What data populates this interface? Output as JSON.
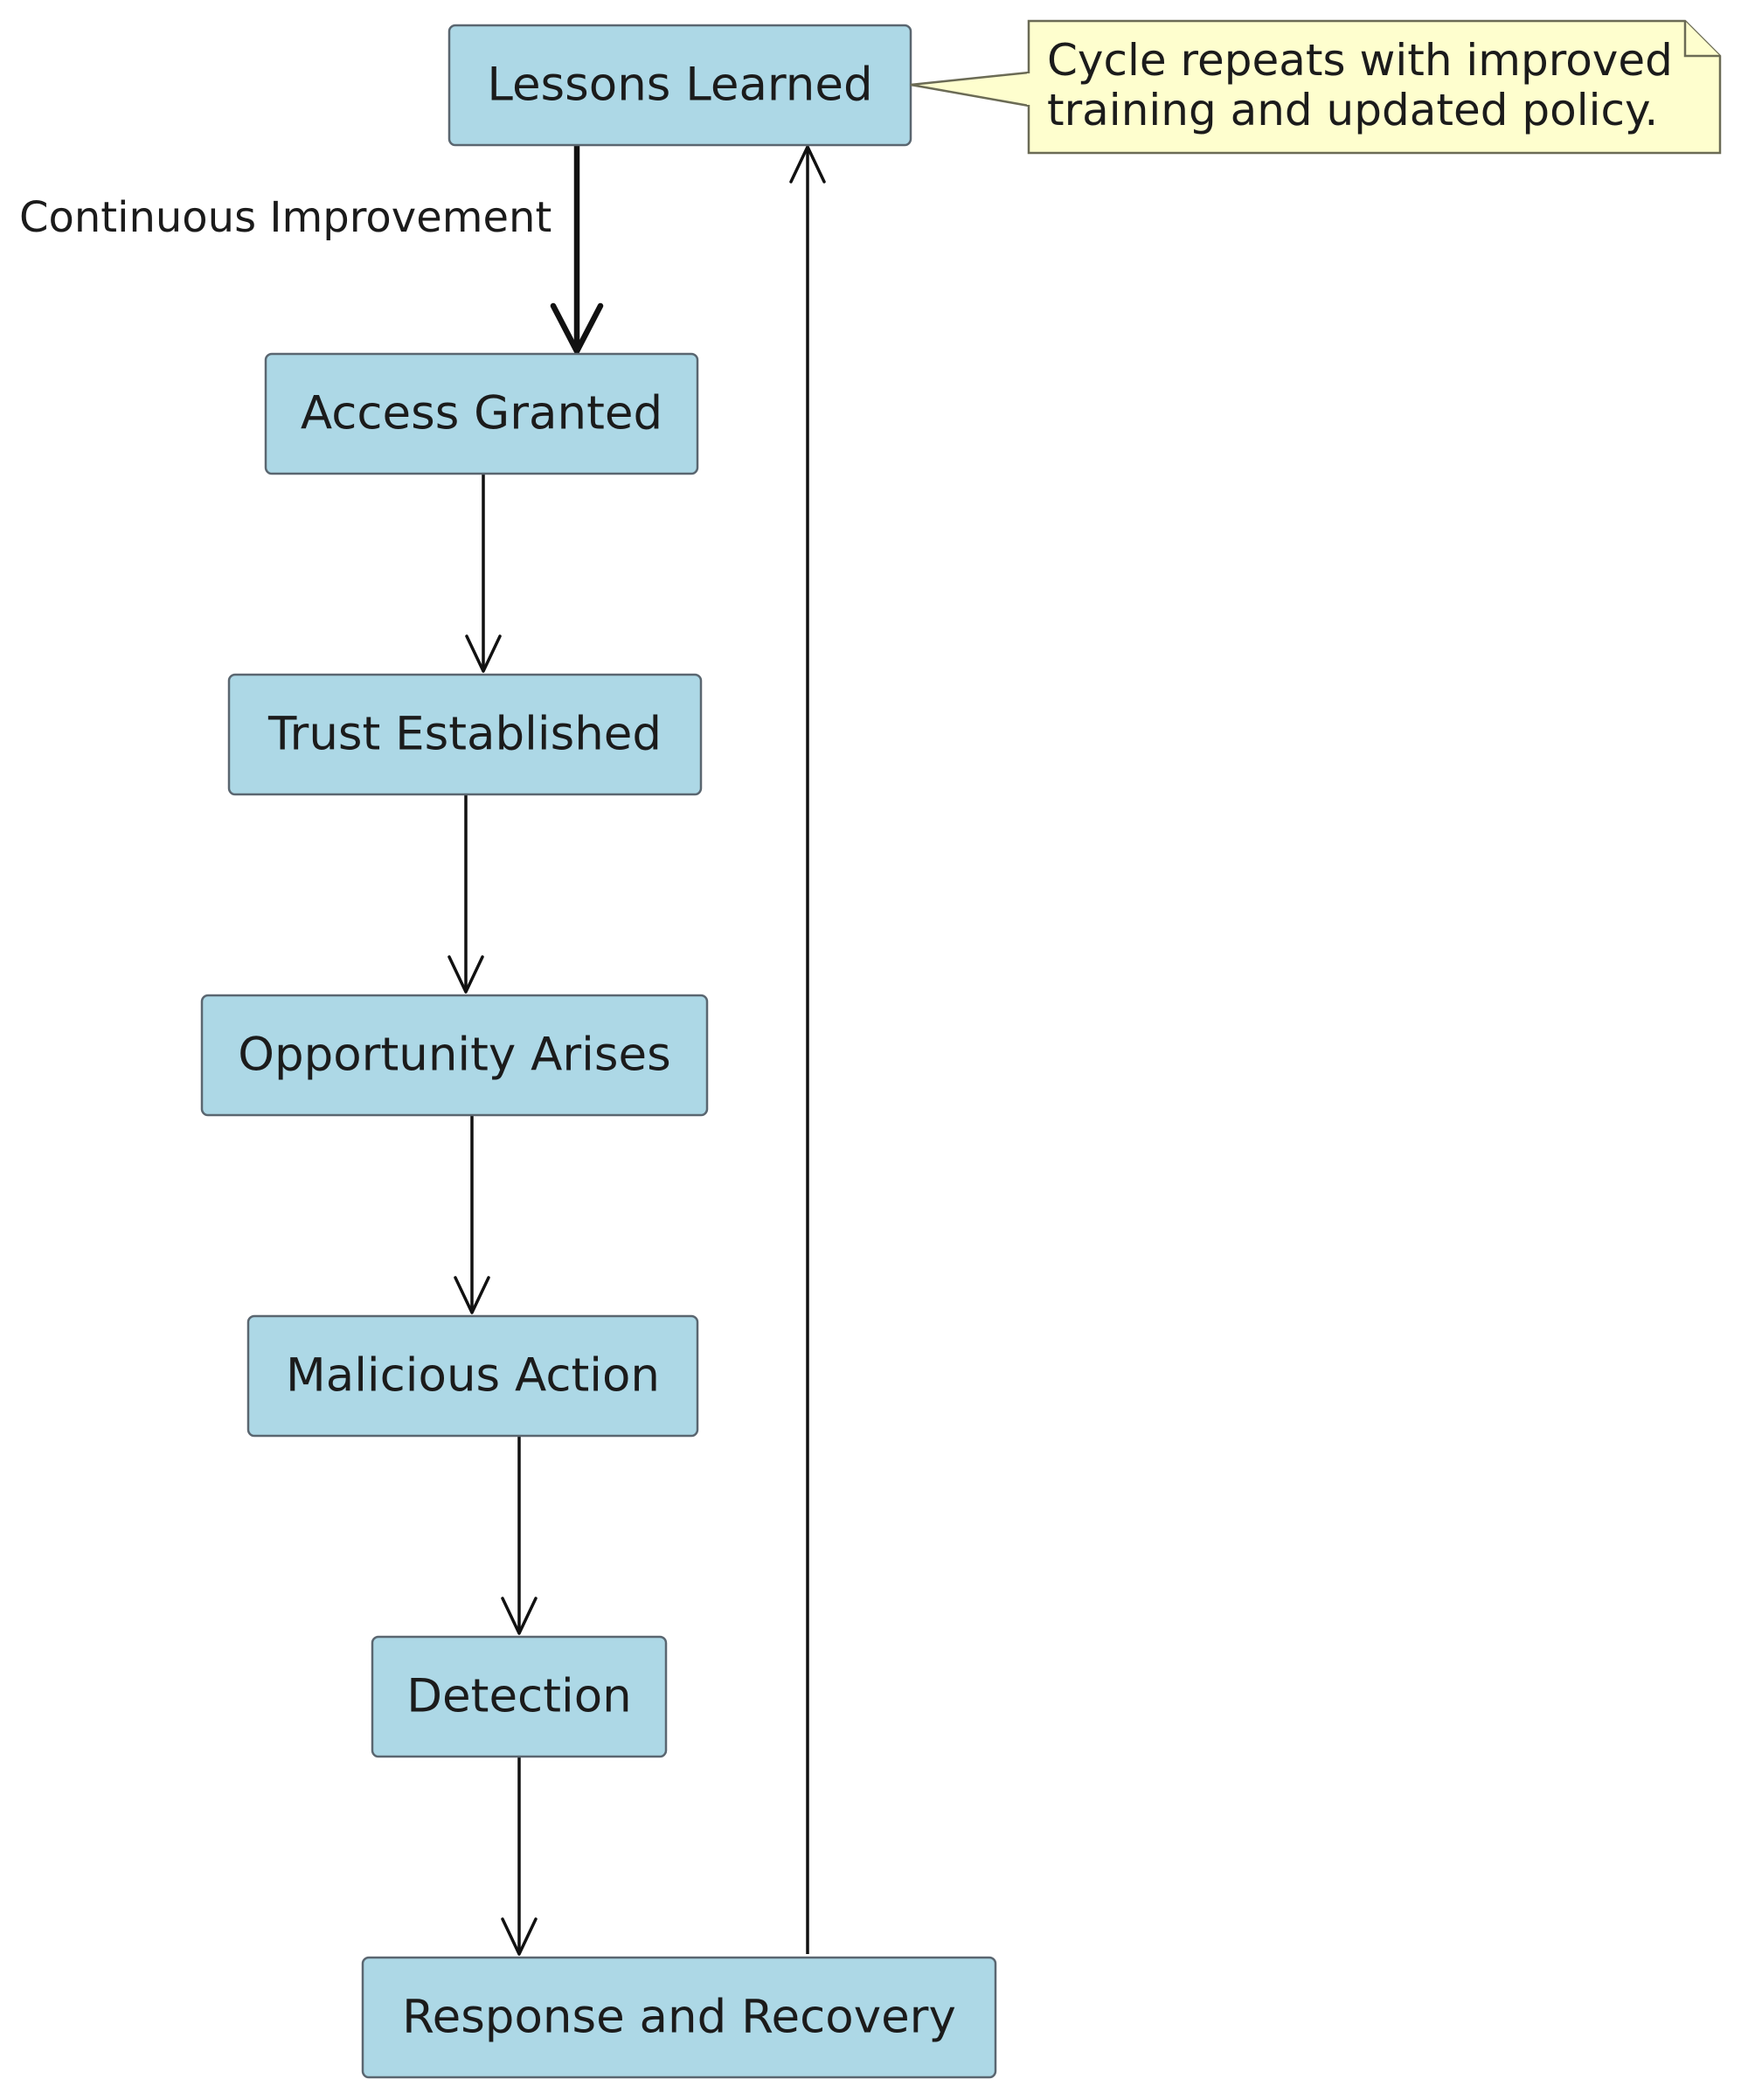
{
  "nodes": {
    "lessons_learned": "Lessons Learned",
    "access_granted": "Access Granted",
    "trust_established": "Trust Established",
    "opportunity_arises": "Opportunity Arises",
    "malicious_action": "Malicious Action",
    "detection": "Detection",
    "response_recovery": "Response and Recovery"
  },
  "edges": {
    "continuous_improvement": "Continuous Improvement"
  },
  "note": {
    "line1": "Cycle repeats with improved",
    "line2": "training and updated policy."
  },
  "colors": {
    "node_fill": "#add8e6",
    "note_fill": "#fefece"
  }
}
